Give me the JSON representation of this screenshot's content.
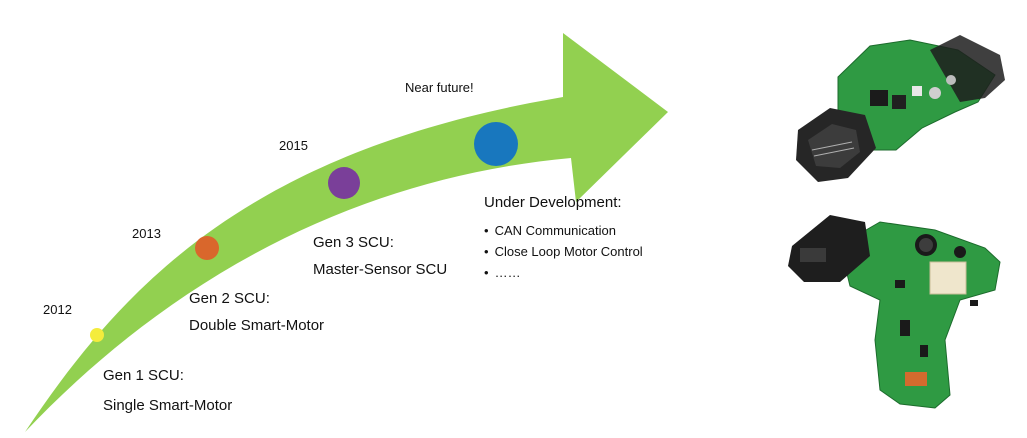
{
  "colors": {
    "arrow": "#92d050",
    "milestone_2012": "#f4ec3c",
    "milestone_2013": "#d9672c",
    "milestone_2015": "#7a3f99",
    "milestone_future": "#1877be",
    "pcb_green": "#2f9a43",
    "connector_black": "#262626"
  },
  "milestones": [
    {
      "year": "2012",
      "title": "Gen 1 SCU:",
      "subtitle": "Single Smart-Motor"
    },
    {
      "year": "2013",
      "title": "Gen 2 SCU:",
      "subtitle": "Double Smart-Motor"
    },
    {
      "year": "2015",
      "title": "Gen 3 SCU:",
      "subtitle": "Master-Sensor SCU"
    }
  ],
  "future": {
    "label": "Near future!",
    "title": "Under Development:",
    "items": [
      "CAN Communication",
      "Close Loop Motor Control",
      "……"
    ]
  },
  "images": [
    {
      "icon": "pcb-board-icon",
      "description": "control unit board with connector (top)"
    },
    {
      "icon": "pcb-board-icon",
      "description": "control unit board with connector (bottom)"
    }
  ]
}
